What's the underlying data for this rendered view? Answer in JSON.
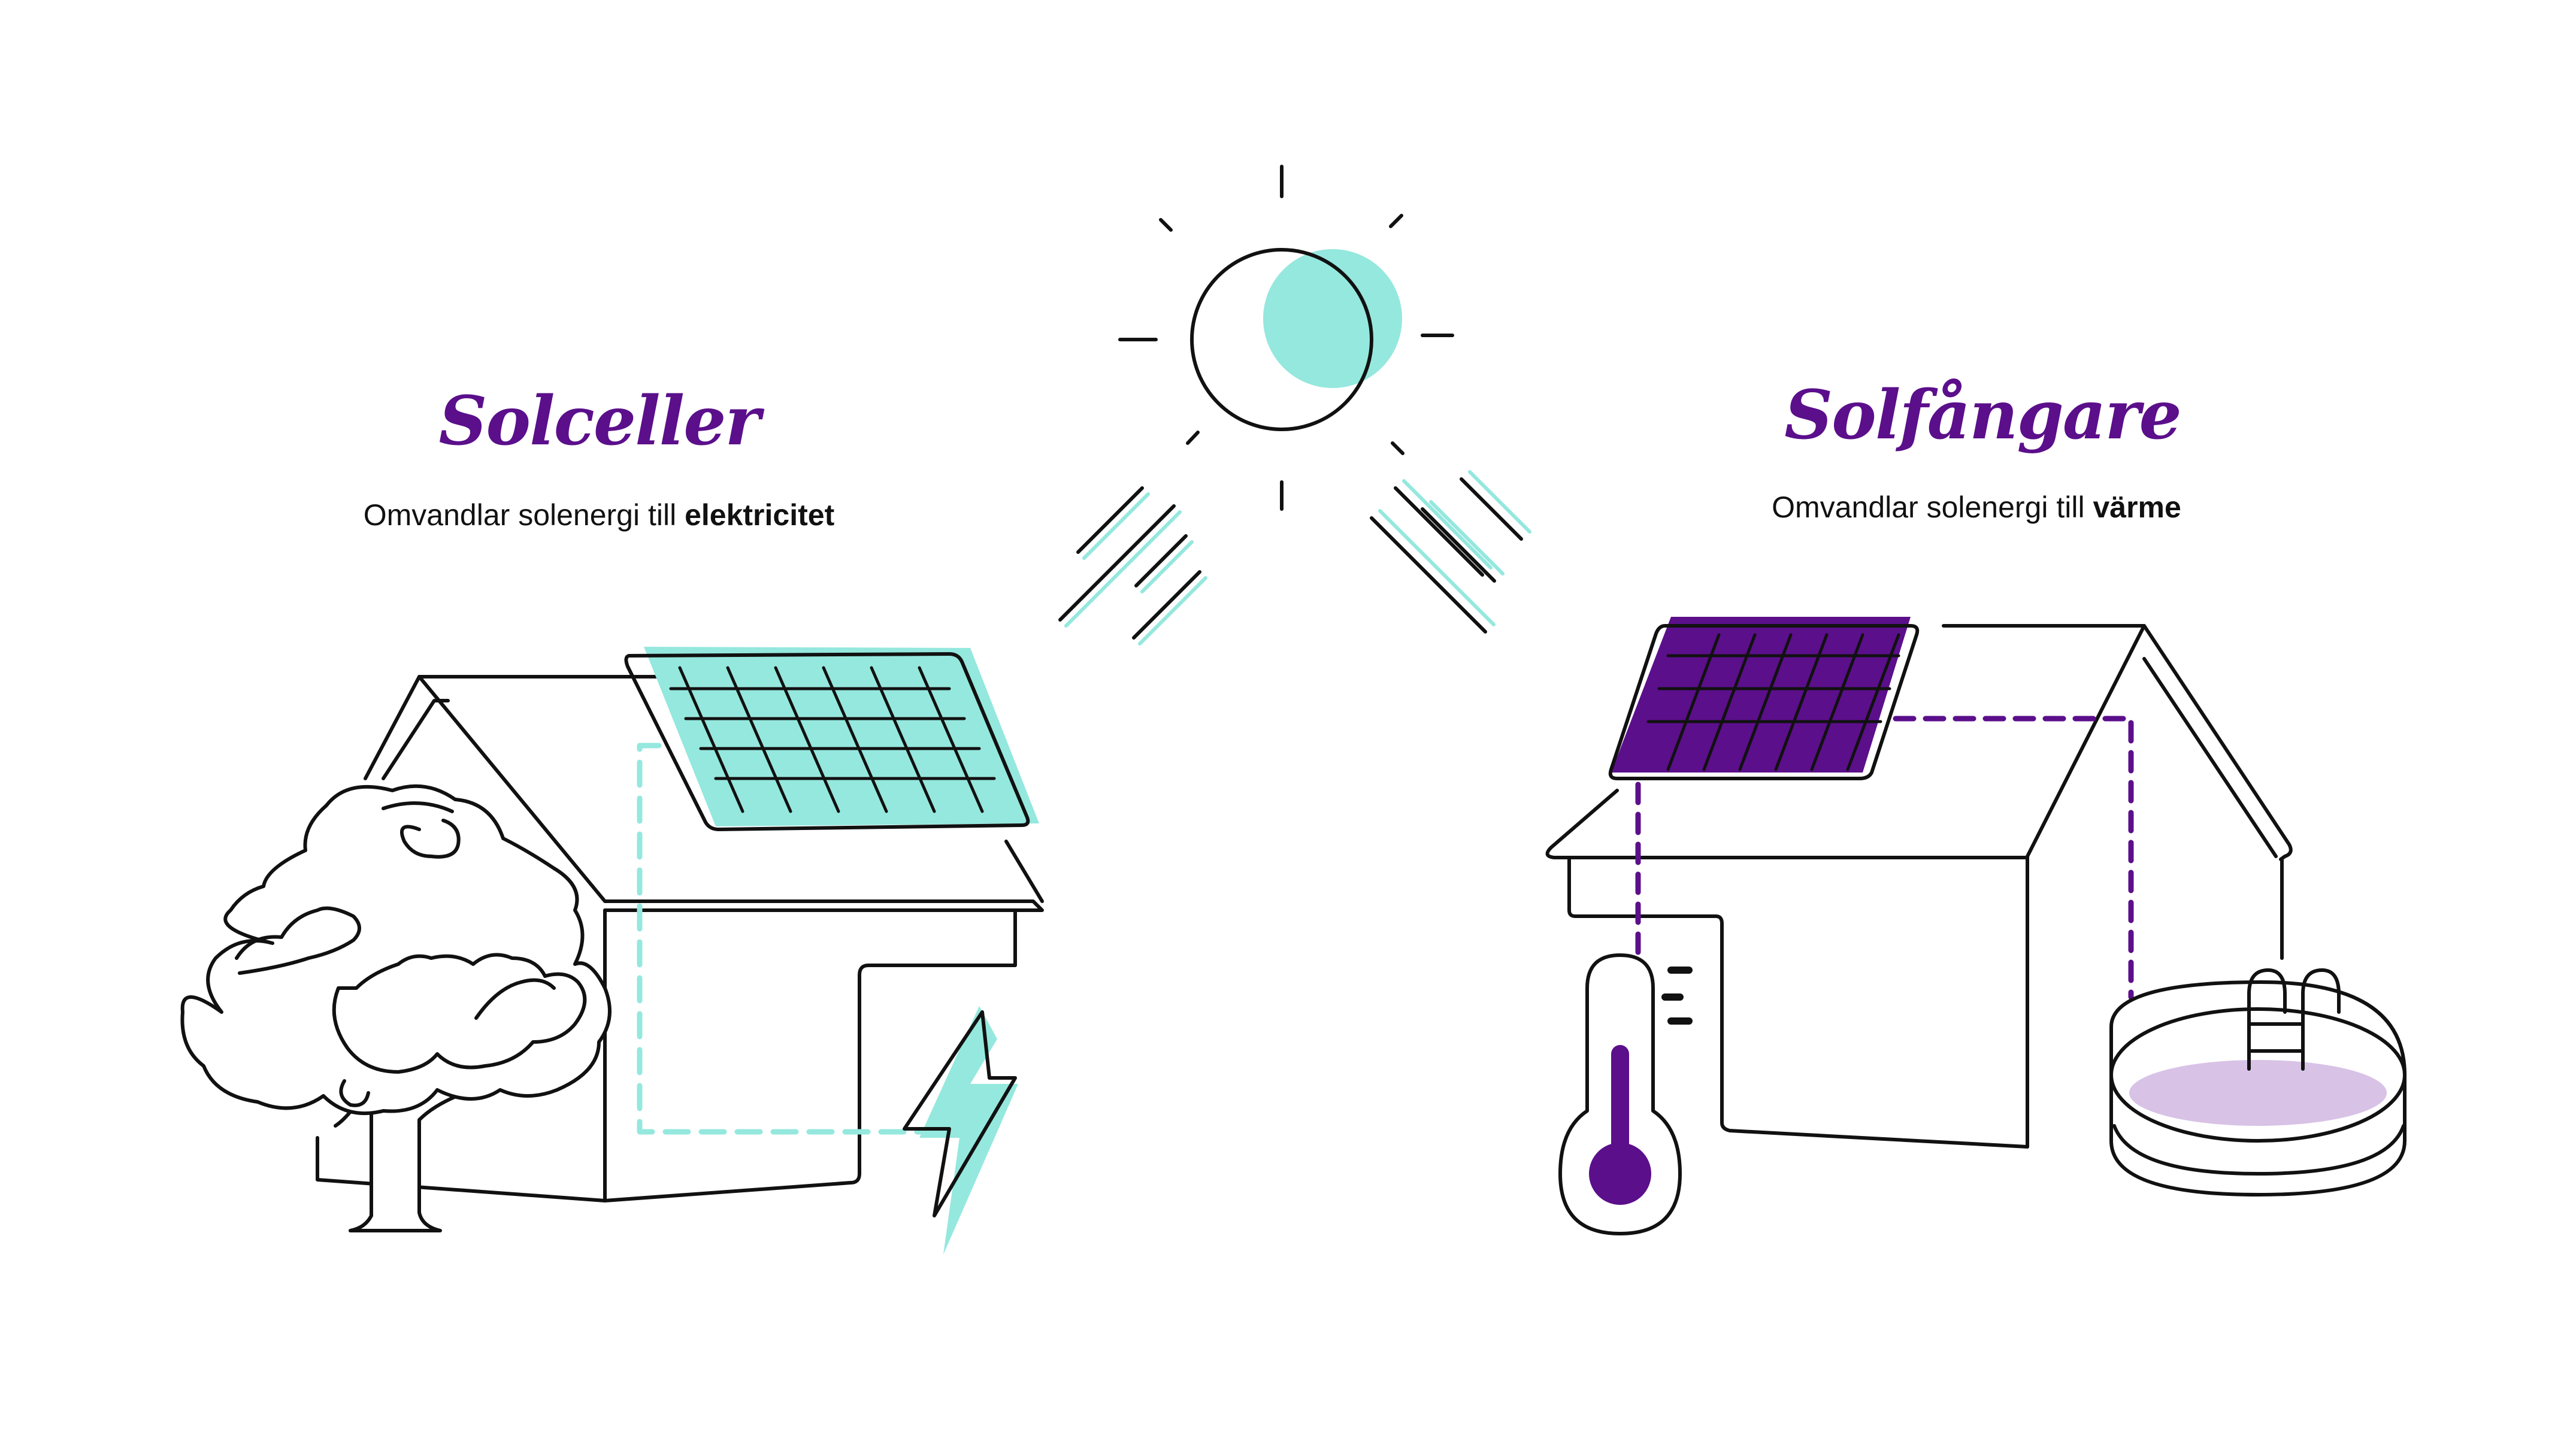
{
  "colors": {
    "ink": "#111111",
    "teal": "#95e8de",
    "purple": "#5b0f8b",
    "lilac": "#d8c2e6",
    "background": "#ffffff"
  },
  "left": {
    "title": "Solceller",
    "subtitle_prefix": "Omvandlar solenergi till ",
    "subtitle_emphasis": "elektricitet"
  },
  "right": {
    "title": "Solfångare",
    "subtitle_prefix": "Omvandlar solenergi till ",
    "subtitle_emphasis": "värme"
  },
  "icons": [
    "sun-icon",
    "sun-rays-icon",
    "house-icon",
    "tree-icon",
    "solar-panel-icon",
    "lightning-bolt-icon",
    "solar-collector-icon",
    "thermometer-icon",
    "pool-icon"
  ]
}
